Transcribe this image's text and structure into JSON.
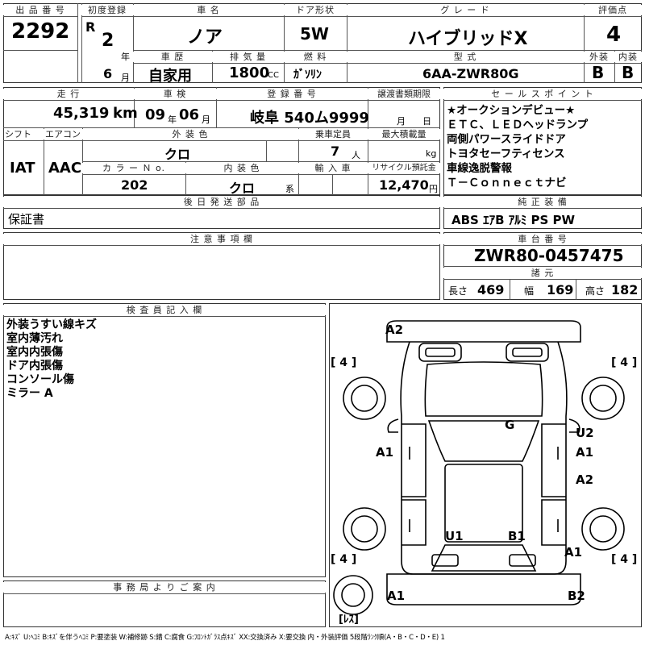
{
  "header_labels": {
    "lot_no": "出 品 番 号",
    "first_reg": "初度登録",
    "car_name": "車 名",
    "door": "ドア形状",
    "grade": "グ レ ー ド",
    "score": "評価点",
    "history": "車 歴",
    "displacement": "排 気 量",
    "fuel": "燃 料",
    "model": "型 式",
    "exterior": "外装",
    "interior": "内装",
    "mileage": "走 行",
    "inspection": "車 検",
    "reg_no": "登 録 番 号",
    "transfer": "譲渡書類期限",
    "sales_point": "セ ー ル ス ポ イ ン ト",
    "shift": "シフト",
    "aircon": "エアコン",
    "ext_color": "外 装 色",
    "capacity": "乗車定員",
    "max_load": "最大積載量",
    "color_no": "カ ラ ー Ｎ o.",
    "int_color": "内 装 色",
    "import": "輸 入 車",
    "recycle": "リサイクル預託金",
    "later_parts": "後 日 発 送 部 品",
    "genuine": "純 正 装 備",
    "notes": "注 意 事 項 欄",
    "chassis": "車 台 番 号",
    "specs": "諸 元",
    "inspector": "検 査 員 記 入 欄",
    "office": "事 務 局 よ り ご 案 内"
  },
  "lot_no": "2292",
  "first_reg": {
    "era": "R",
    "year": "2",
    "year_unit": "年",
    "month": "6",
    "month_unit": "月"
  },
  "car_name": "ノア",
  "door": "5W",
  "grade": "ハイブリッドX",
  "score": "4",
  "history": "自家用",
  "displacement": "1800",
  "displacement_unit": "CC",
  "fuel": "ｶﾞｿﾘﾝ",
  "model": "6AA-ZWR80G",
  "exterior_grade": "B",
  "interior_grade": "B",
  "mileage": "45,319",
  "mileage_unit": "km",
  "inspection": {
    "year": "09",
    "year_unit": "年",
    "month": "06",
    "month_unit": "月"
  },
  "reg_no": "岐阜 540ム9999",
  "transfer": {
    "month_unit": "月",
    "day_unit": "日"
  },
  "sales_points": [
    "★オークションデビュー★",
    "ＥＴＣ、ＬＥＤヘッドランプ",
    "両側パワースライドドア",
    "トヨタセーフティセンス",
    "車線逸脱警報",
    "Ｔ－Ｃｏｎｎｅｃｔナビ"
  ],
  "shift": "IAT",
  "aircon": "AAC",
  "ext_color": "クロ",
  "capacity": "7",
  "capacity_unit": "人",
  "max_load_unit": "kg",
  "color_no": "202",
  "int_color": "クロ",
  "int_color_unit": "系",
  "recycle": "12,470",
  "recycle_unit": "円",
  "later_parts": "保証書",
  "genuine": "ABS ｴｱB ｱﾙﾐ PS PW",
  "chassis": "ZWR80-0457475",
  "specs": {
    "length_label": "長さ",
    "length": "469",
    "width_label": "幅",
    "width": "169",
    "height_label": "高さ",
    "height": "182"
  },
  "inspector_notes": [
    "外装うすい線キズ",
    "室内薄汚れ",
    "室内内張傷",
    "ドア内張傷",
    "コンソール傷",
    "ミラー A"
  ],
  "diagram": {
    "marks": [
      {
        "id": "front-bumper",
        "text": "A2"
      },
      {
        "id": "hood",
        "text": "G"
      },
      {
        "id": "left-front-door",
        "text": "A1"
      },
      {
        "id": "right-front-fender",
        "text": "U2"
      },
      {
        "id": "right-front-door",
        "text": "A1"
      },
      {
        "id": "right-rear-door",
        "text": "A2"
      },
      {
        "id": "rear-left-panel",
        "text": "U1"
      },
      {
        "id": "rear-right-panel",
        "text": "B1"
      },
      {
        "id": "right-rear-quarter",
        "text": "A1"
      },
      {
        "id": "rear-bumper-left",
        "text": "A1"
      },
      {
        "id": "rear-bumper-right",
        "text": "B2"
      }
    ],
    "tires": {
      "front_left": "[ 4 ]",
      "front_right": "[ 4 ]",
      "rear_left": "[ 4 ]",
      "rear_right": "[ 4 ]"
    },
    "spare": "[ﾚｽ]"
  },
  "legend": "A:ｷｽﾞ U:ﾍｺﾐ B:ｷｽﾞを伴うﾍｺﾐ P:要塗装 W:補修跡 S:錆 C:腐食 G:ﾌﾛﾝﾄｶﾞﾗｽ点ｷｽﾞ XX:交換済み X:要交換 内・外装評価 5段階ﾗﾝｸ順(A・B・C・D・E) 1"
}
